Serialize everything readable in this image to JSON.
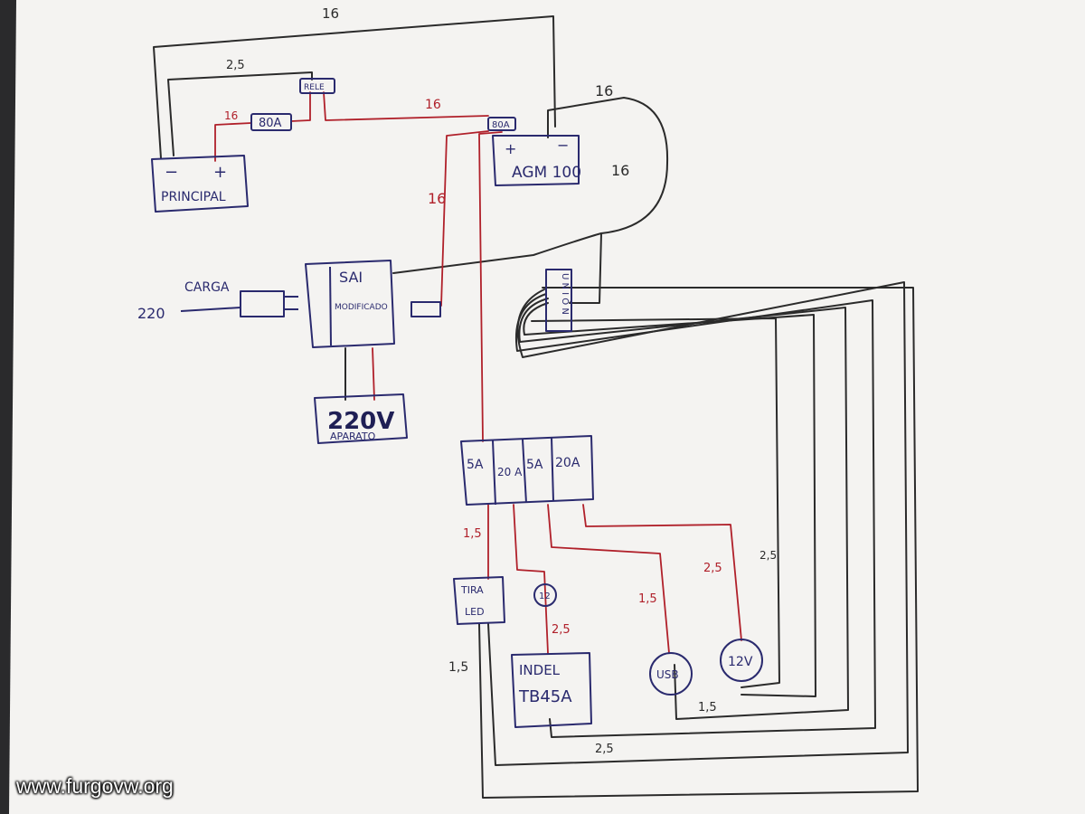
{
  "components": {
    "principal": "PRINCIPAL",
    "principal_minus": "−",
    "principal_plus": "+",
    "rele": "RELE",
    "fuse_80a": "80A",
    "fuse_80a_top": "80A",
    "agm": "AGM 100",
    "agm_plus": "+",
    "agm_minus": "−",
    "sai_line1": "SAI",
    "sai_line2": "MODIFICADO",
    "carga": "CARGA",
    "input_220": "220",
    "aparato_big": "220V",
    "aparato_small": "APARATO",
    "union": "U N I Ó N",
    "fuse_box": [
      "5A",
      "20 A",
      "5A",
      "20A"
    ],
    "tira_led_1": "TIRA",
    "tira_led_2": "LED",
    "socket_12": "12",
    "indel_1": "INDEL",
    "indel_2": "TB45A",
    "usb": "USB",
    "v12": "12V"
  },
  "wire_labels": {
    "w_16_top": "16",
    "w_25_top": "2,5",
    "w_16_red_left": "16",
    "w_16_red_mid": "16",
    "w_16_agm_top": "16",
    "w_16_agm_right": "16",
    "w_16_red_vertical": "16",
    "w_15_tira": "1,5",
    "w_25_indel": "2,5",
    "w_15_usb": "1,5",
    "w_25_12v": "2,5",
    "w_25_right": "2,5",
    "w_15_left": "1,5",
    "w_15_bottom": "1,5",
    "w_25_bottom": "2,5"
  },
  "watermark": "www.furgovw.org",
  "colors": {
    "paper": "#f4f3f1",
    "ink_black": "#2b2b2b",
    "ink_red": "#b0202a",
    "ink_blue": "#2a2a6e"
  }
}
